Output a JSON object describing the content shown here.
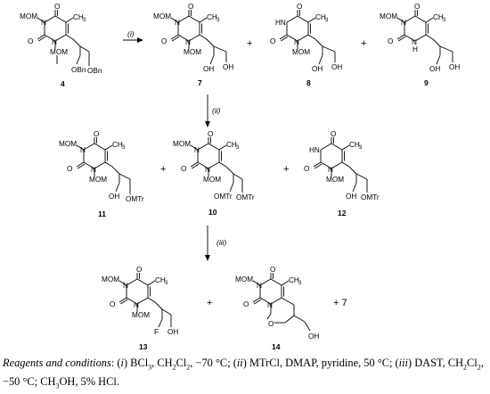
{
  "scheme": {
    "labels": {
      "MOM": "MOM",
      "CH": "CH",
      "CH_sub": "3",
      "O": "O",
      "N": "N",
      "HN": "HN",
      "H": "H",
      "OBn": "OBn",
      "OH": "OH",
      "OMTr": "OMTr",
      "F": "F"
    },
    "compounds": {
      "c4": "4",
      "c7": "7",
      "c8": "8",
      "c9": "9",
      "c10": "10",
      "c11": "11",
      "c12": "12",
      "c13": "13",
      "c14": "14"
    },
    "steps": {
      "i": "(i)",
      "ii": "(ii)",
      "iii": "(iii)"
    },
    "plus": "+",
    "plus_seven": "+ 7"
  },
  "caption": {
    "lead": "Reagents and conditions",
    "c1": ": (",
    "i": "i",
    "c2": ") BCl",
    "s3a": "3",
    "c3": ", CH",
    "s2a": "2",
    "c4": "Cl",
    "s2b": "2",
    "c5": ", −70 °C; (",
    "ii": "ii",
    "c6": ") MTrCl, DMAP, pyridine, 50 °C; (",
    "iii": "iii",
    "c7": ") DAST, CH",
    "s2c": "2",
    "c8": "Cl",
    "s2d": "2",
    "c9": ", −50 °C; CH",
    "s3b": "3",
    "c10": "OH, 5% HCl."
  }
}
